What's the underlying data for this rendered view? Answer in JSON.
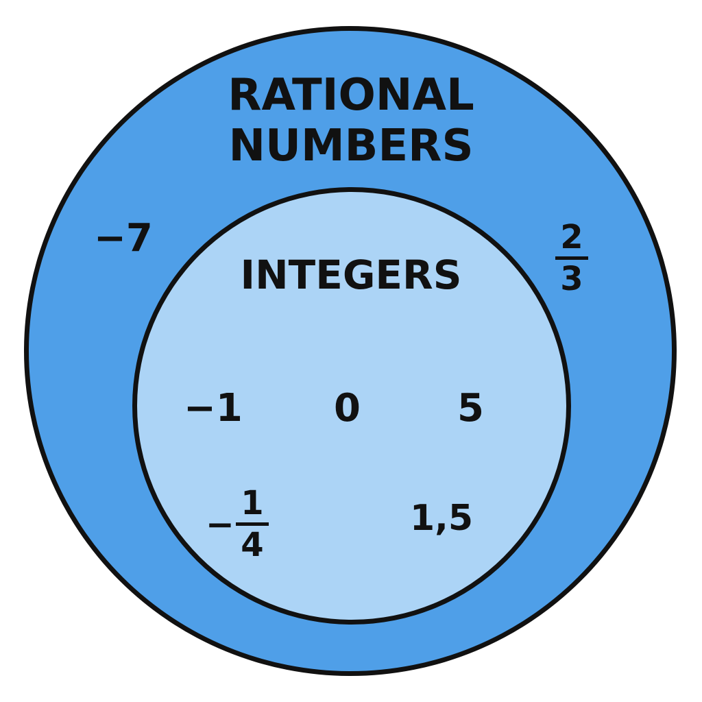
{
  "sets": {
    "outer": {
      "label_line1": "RATIONAL",
      "label_line2": "NUMBERS",
      "fill_color": "#4f9fe8",
      "border_color": "#111111"
    },
    "inner": {
      "label": "INTEGERS",
      "fill_color": "#acd4f6",
      "border_color": "#111111"
    }
  },
  "outer_only_items": {
    "neg_seven": "−7",
    "two_thirds": {
      "numerator": "2",
      "denominator": "3"
    }
  },
  "inner_items": {
    "neg_one": "−1",
    "zero": "0",
    "five": "5",
    "neg_quarter": {
      "sign": "−",
      "numerator": "1",
      "denominator": "4"
    },
    "one_comma_five": "1,5"
  }
}
